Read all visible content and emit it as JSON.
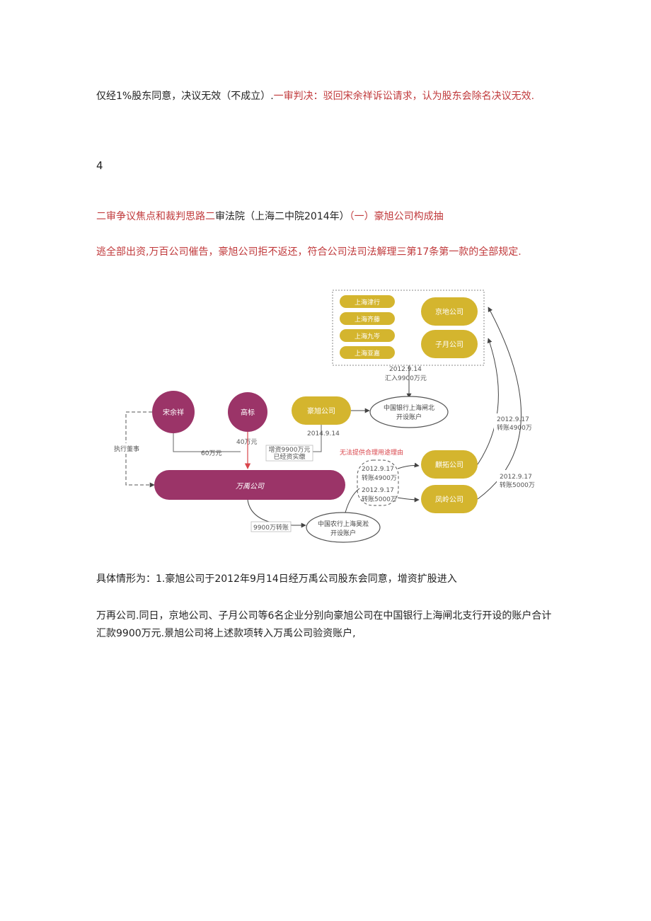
{
  "para1": {
    "black": "仅经1%股东同意，决议无效（不成立）.",
    "red": "一审判决：驳回宋余祥诉讼请求，认为股东会除名决议无效."
  },
  "page_number": "4",
  "para2": {
    "red1": "二审争议焦点和裁判思路二",
    "black": "审法院（上海二中院2014年）",
    "red2": "（一）豪旭公司构成抽"
  },
  "para3": "逃全部出资,万百公司催告，豪旭公司拒不返还，符合公司法司法解理三第17条第一款的全部规定.",
  "para4": "具体情形为：1.豪旭公司于2012年9月14日经万禹公司股东会同意，增资扩股进入",
  "para5": "万再公司.同日，京地公司、子月公司等6名企业分别向豪旭公司在中国银行上海闸北支行开设的账户合计",
  "para6": "汇款9900万元.景旭公司将上述款项转入万禹公司验资账户,",
  "diagram": {
    "investors_left": [
      "上海津行",
      "上海齐藤",
      "上海九岑",
      "上海亚嘉"
    ],
    "investors_right": [
      "京地公司",
      "子月公司"
    ],
    "transfer_top_date": "2012.9.14",
    "transfer_top_amount": "汇入9900万元",
    "person_1": "宋余祥",
    "person_2": "高标",
    "haoxu_company": "豪旭公司",
    "boc_account_line1": "中国银行上海闸北",
    "boc_account_line2": "开设账户",
    "haoxu_date": "2014.9.14",
    "exec_director": "执行董事",
    "amount_60": "60万元",
    "amount_40": "40万元",
    "capital_note_line1": "增资9900万元",
    "capital_note_line2": "已经资实缴",
    "red_note": "无法提供合理用途理由",
    "wanyu_company": "万禹公司",
    "transfer_1_date": "2012.9.17",
    "transfer_1_amount": "转账4900万",
    "transfer_2_date": "2012.9.17",
    "transfer_2_amount": "转账5000万",
    "company_a": "麒拓公司",
    "company_b": "凤岭公司",
    "right_a_date": "2012.9.17",
    "right_a_amount": "转账4900万",
    "right_b_date": "2012.9.17",
    "right_b_amount": "转账5000万",
    "transfer_9900": "9900万转账",
    "abc_account_line1": "中国农行上海昊淞",
    "abc_account_line2": "开设账户"
  },
  "colors": {
    "purple": "#9b3468",
    "gold": "#d4b52e",
    "red_text": "#c0393b"
  }
}
